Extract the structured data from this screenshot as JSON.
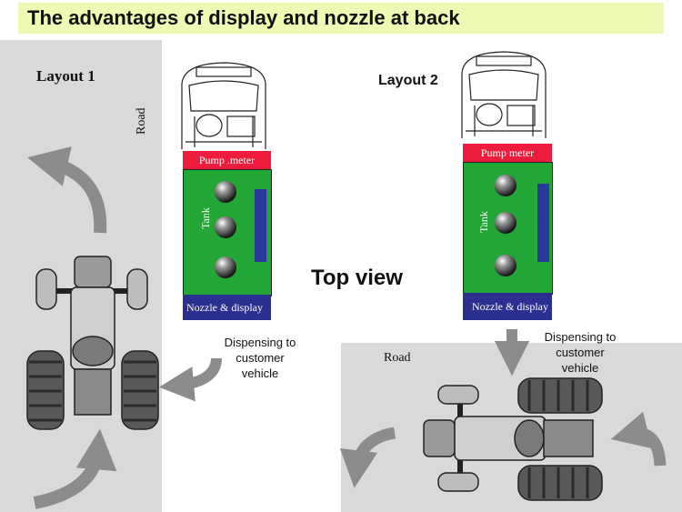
{
  "title": "The advantages of display and nozzle at back",
  "center_label": "Top view",
  "layout1": {
    "label": "Layout 1",
    "road_label": "Road",
    "pump_label": "Pump .meter",
    "tank_label": "Tank",
    "nozzle_label": "Nozzle & display",
    "dispense_lines": [
      "Dispensing to",
      "customer",
      "vehicle"
    ]
  },
  "layout2": {
    "label": "Layout 2",
    "road_label": "Road",
    "pump_label": "Pump meter",
    "tank_label": "Tank",
    "nozzle_label": "Nozzle & display",
    "dispense_lines": [
      "Dispensing to",
      "customer",
      "vehicle"
    ]
  },
  "colors": {
    "title_bg": "#eef9b4",
    "road_bg": "#d9d9d9",
    "tank": "#22a636",
    "pump_meter": "#ee1c3c",
    "nozzle_display": "#2b2f8f",
    "arrow": "#8c8c8c"
  },
  "icons": [
    "truck-cab-icon",
    "tractor-icon",
    "curved-arrow-icon",
    "down-arrow-icon"
  ]
}
